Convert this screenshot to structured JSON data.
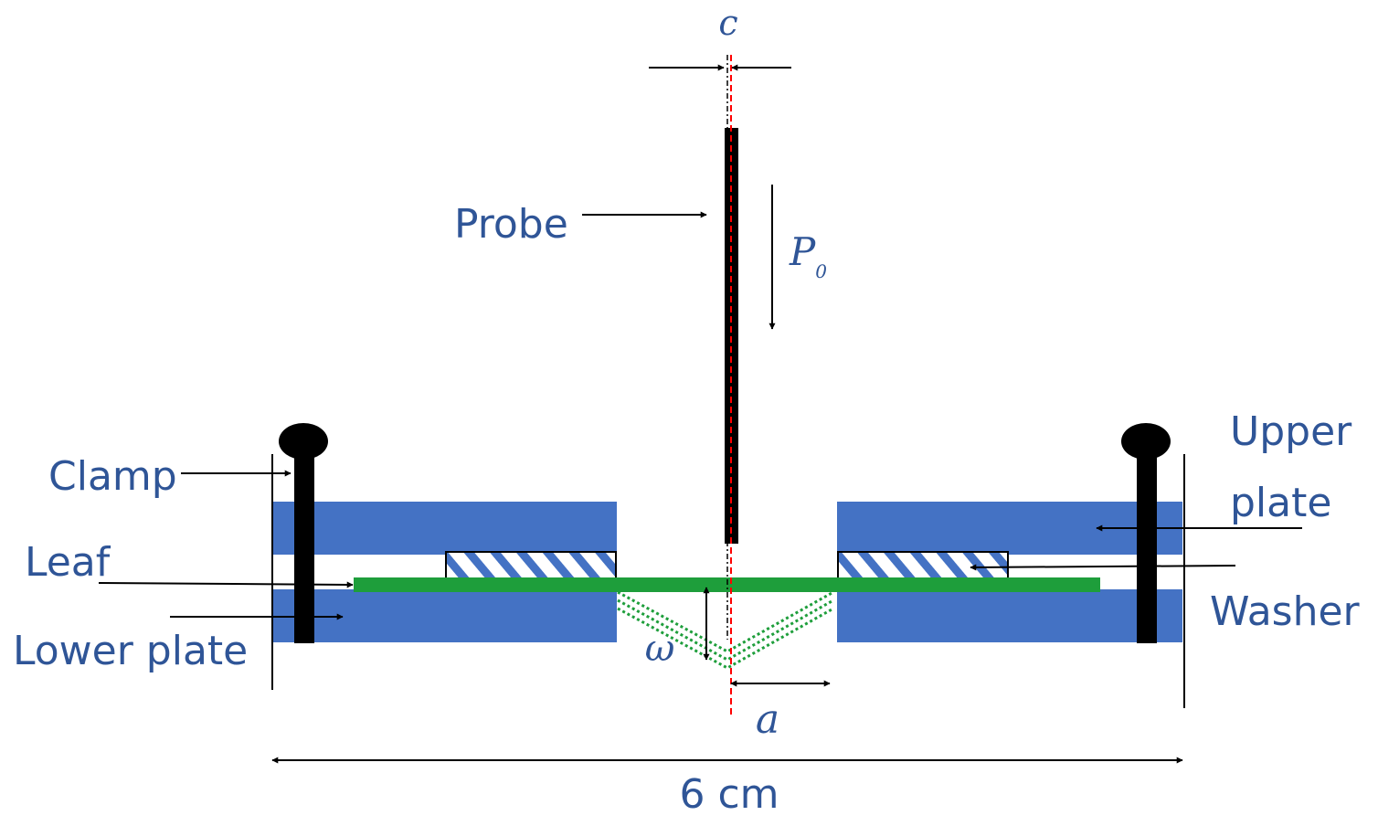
{
  "labels": {
    "probe": "Probe",
    "force": "P",
    "force_subscript": "0",
    "clamp": "Clamp",
    "leaf": "Leaf",
    "lower_plate": "Lower plate",
    "upper_plate_line1": "Upper",
    "upper_plate_line2": "plate",
    "washer": "Washer",
    "offset": "c",
    "deflection": "ω",
    "radius": "a",
    "width": "6 cm"
  },
  "colors": {
    "plate": "#4472c4",
    "leaf": "#1e9e3b",
    "text": "#2f5597",
    "washer_stripe": "#4472c4",
    "probe": "#000000",
    "centerline": "#ff0000"
  },
  "icons": {
    "arrow": "arrow-icon",
    "clamp_bolt": "bolt-icon"
  }
}
